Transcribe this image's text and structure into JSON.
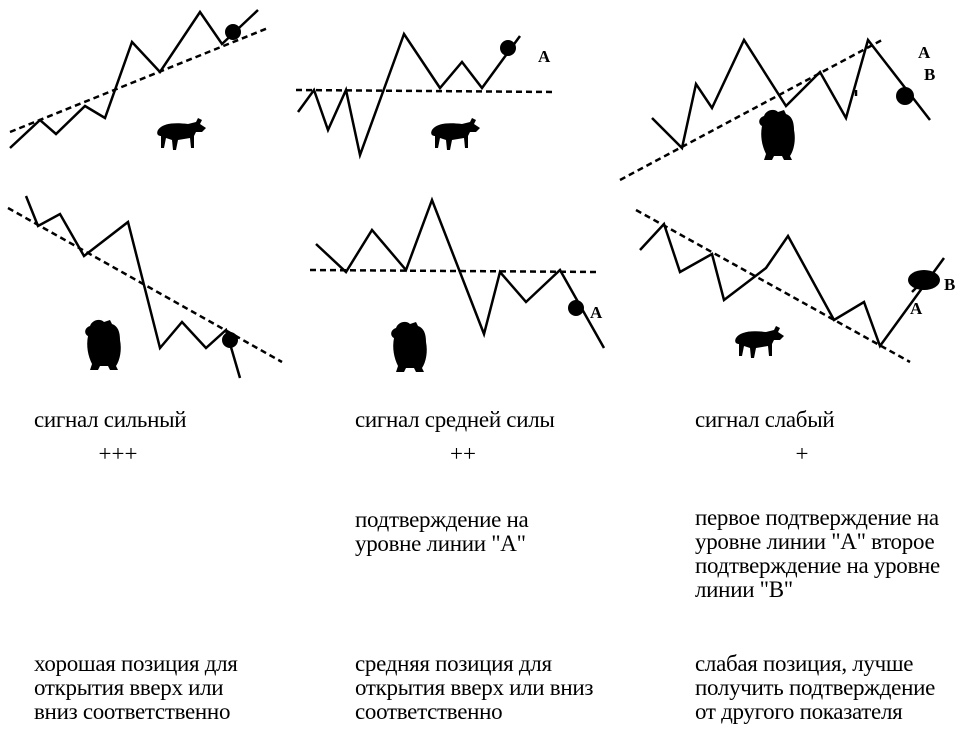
{
  "columns": [
    {
      "signal": "сигнал сильный",
      "marks": "+++",
      "confirmation": "",
      "position": "хорошая позиция для\nоткрытия вверх или\nвниз соответственно"
    },
    {
      "signal": "сигнал средней силы",
      "marks": "++",
      "confirmation": "подтверждение на\nуровне линии \"A\"",
      "position": "средняя позиция для\nоткрытия вверх или вниз\nсоответственно"
    },
    {
      "signal": "сигнал слабый",
      "marks": "+",
      "confirmation": "первое подтверждение на\nуровне линии \"A\" второе\nподтверждение на уровне\nлинии \"B\"",
      "position": "слабая позиция, лучше\nполучить подтверждение\nот другого показателя"
    }
  ],
  "labels": {
    "a": "A",
    "b": "B"
  },
  "icons": {
    "bull": "bull-icon",
    "bear": "bear-icon"
  },
  "colors": {
    "ink": "#000000",
    "background": "#ffffff"
  }
}
